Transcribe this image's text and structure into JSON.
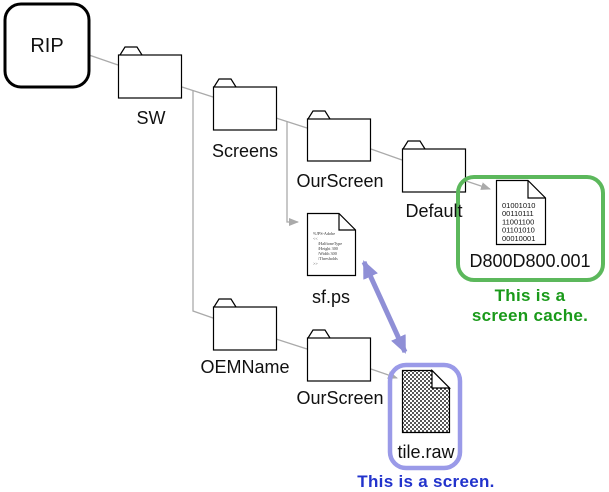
{
  "diagram": {
    "root": {
      "label": "RIP"
    },
    "folders": {
      "sw": "SW",
      "screens": "Screens",
      "our_screen_1": "OurScreen",
      "default": "Default",
      "oem_name": "OEMName",
      "our_screen_2": "OurScreen"
    },
    "files": {
      "cache": {
        "label": "D800D800.001",
        "binary_lines": [
          "01001010",
          "00110111",
          "11001100",
          "01101010",
          "00010001"
        ]
      },
      "postscript": {
        "label": "sf.ps",
        "code_lines": [
          "%!PS-Adobe",
          "<<",
          "/HalftoneType",
          "/Height 300",
          "/Width 300",
          "/Thresholds",
          ">>"
        ]
      },
      "screen": {
        "label": "tile.raw"
      }
    },
    "annotations": {
      "cache_note_line1": "This is a",
      "cache_note_line2": "screen cache.",
      "screen_note": "This is a screen."
    },
    "colors": {
      "cache_highlight": "#5cb85c",
      "cache_text": "#1a9a1a",
      "screen_highlight": "#9a9ae8",
      "screen_text": "#2233cc",
      "connector": "#aaaaaa",
      "double_arrow": "#8f8fd6"
    }
  }
}
